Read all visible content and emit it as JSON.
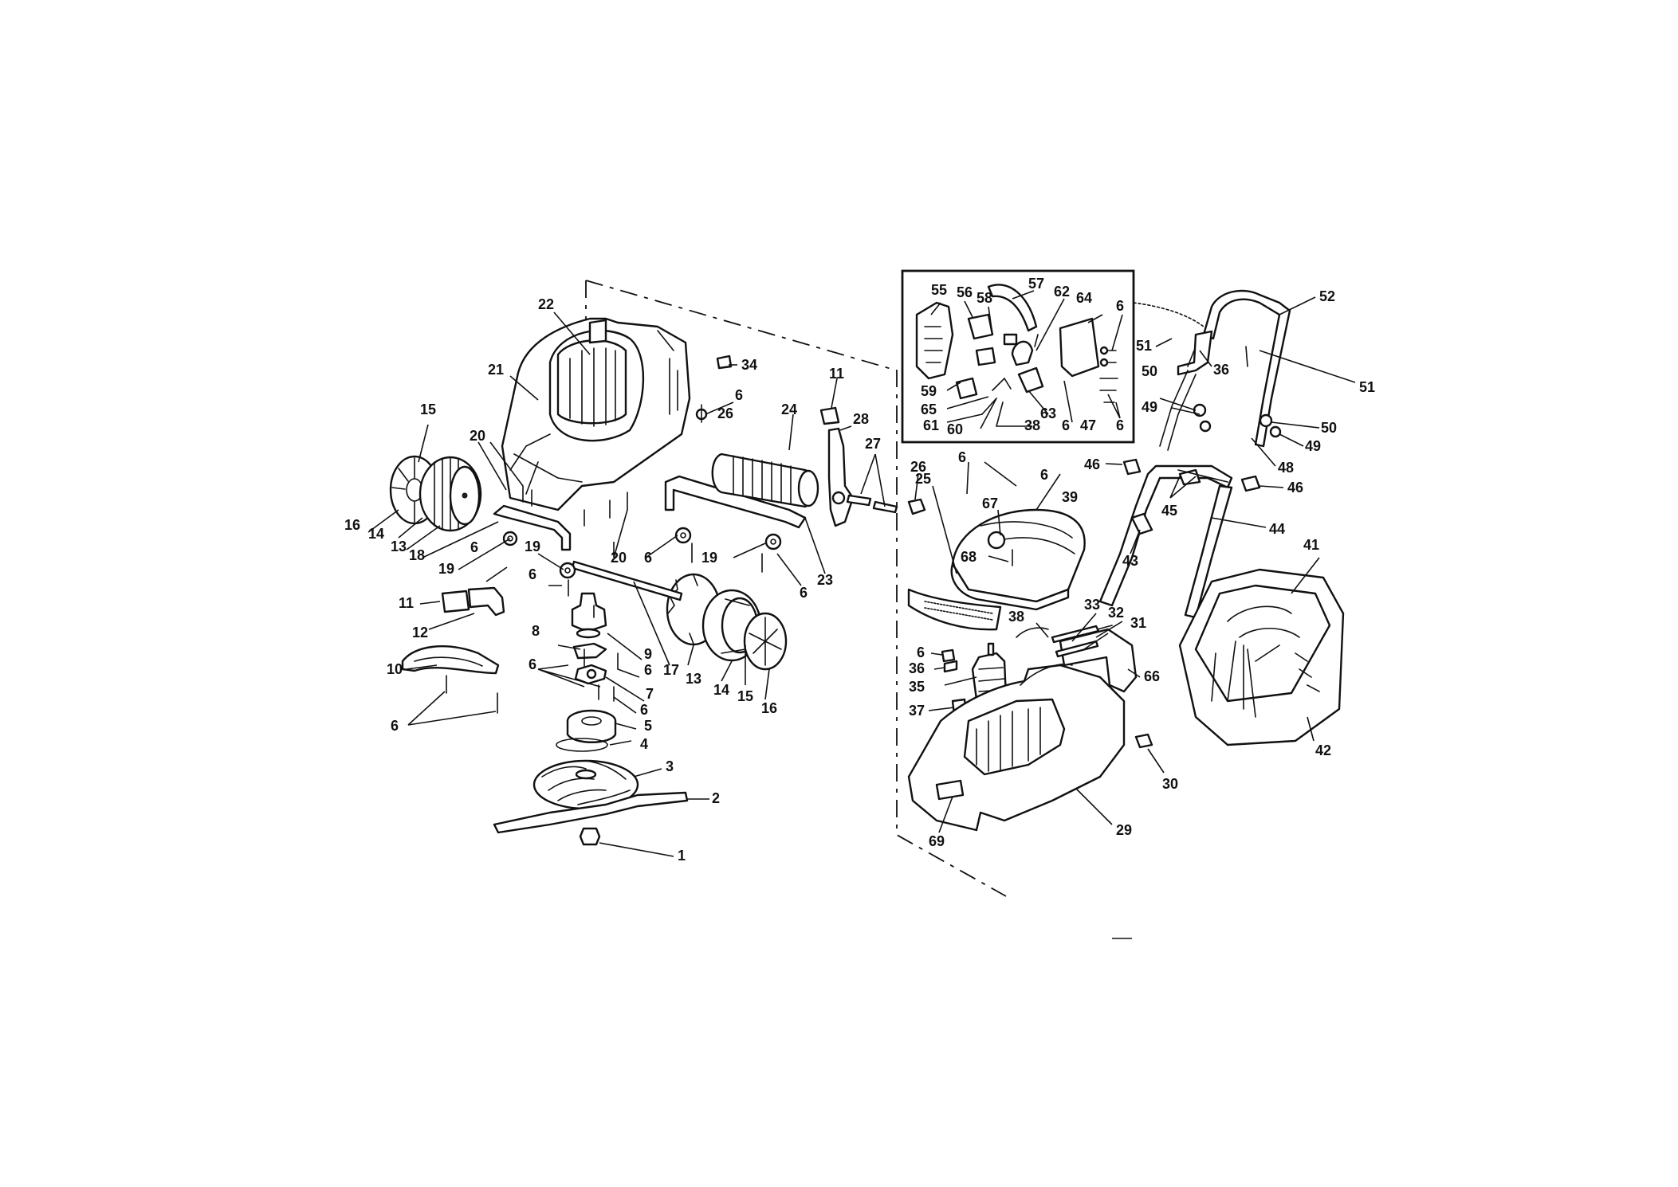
{
  "diagram": {
    "callouts": [
      {
        "id": "c22",
        "text": "22"
      },
      {
        "id": "c21",
        "text": "21"
      },
      {
        "id": "c15a",
        "text": "15"
      },
      {
        "id": "c20a",
        "text": "20"
      },
      {
        "id": "c16a",
        "text": "16"
      },
      {
        "id": "c14a",
        "text": "14"
      },
      {
        "id": "c13a",
        "text": "13"
      },
      {
        "id": "c18",
        "text": "18"
      },
      {
        "id": "c19a",
        "text": "19"
      },
      {
        "id": "c6a",
        "text": "6"
      },
      {
        "id": "c19b",
        "text": "19"
      },
      {
        "id": "c6b",
        "text": "6"
      },
      {
        "id": "c11a",
        "text": "11"
      },
      {
        "id": "c12",
        "text": "12"
      },
      {
        "id": "c10",
        "text": "10"
      },
      {
        "id": "c6c",
        "text": "6"
      },
      {
        "id": "c20b",
        "text": "20"
      },
      {
        "id": "c6d",
        "text": "6"
      },
      {
        "id": "c19c",
        "text": "19"
      },
      {
        "id": "c8",
        "text": "8"
      },
      {
        "id": "c9",
        "text": "9"
      },
      {
        "id": "c6e",
        "text": "6"
      },
      {
        "id": "c6f",
        "text": "6"
      },
      {
        "id": "c7",
        "text": "7"
      },
      {
        "id": "c6g",
        "text": "6"
      },
      {
        "id": "c5",
        "text": "5"
      },
      {
        "id": "c4",
        "text": "4"
      },
      {
        "id": "c3",
        "text": "3"
      },
      {
        "id": "c2",
        "text": "2"
      },
      {
        "id": "c1",
        "text": "1"
      },
      {
        "id": "c17",
        "text": "17"
      },
      {
        "id": "c13b",
        "text": "13"
      },
      {
        "id": "c14b",
        "text": "14"
      },
      {
        "id": "c15b",
        "text": "15"
      },
      {
        "id": "c16b",
        "text": "16"
      },
      {
        "id": "c34",
        "text": "34"
      },
      {
        "id": "c6h",
        "text": "6"
      },
      {
        "id": "c26a",
        "text": "26"
      },
      {
        "id": "c24",
        "text": "24"
      },
      {
        "id": "c11b",
        "text": "11"
      },
      {
        "id": "c28",
        "text": "28"
      },
      {
        "id": "c27",
        "text": "27"
      },
      {
        "id": "c23",
        "text": "23"
      },
      {
        "id": "c6i",
        "text": "6"
      },
      {
        "id": "c26b",
        "text": "26"
      },
      {
        "id": "c55",
        "text": "55"
      },
      {
        "id": "c56",
        "text": "56"
      },
      {
        "id": "c58",
        "text": "58"
      },
      {
        "id": "c57",
        "text": "57"
      },
      {
        "id": "c62",
        "text": "62"
      },
      {
        "id": "c64",
        "text": "64"
      },
      {
        "id": "c6j",
        "text": "6"
      },
      {
        "id": "c59",
        "text": "59"
      },
      {
        "id": "c65",
        "text": "65"
      },
      {
        "id": "c61",
        "text": "61"
      },
      {
        "id": "c60",
        "text": "60"
      },
      {
        "id": "c38a",
        "text": "38"
      },
      {
        "id": "c63",
        "text": "63"
      },
      {
        "id": "c6k",
        "text": "6"
      },
      {
        "id": "c47",
        "text": "47"
      },
      {
        "id": "c6l",
        "text": "6"
      },
      {
        "id": "c52",
        "text": "52"
      },
      {
        "id": "c51a",
        "text": "51"
      },
      {
        "id": "c36a",
        "text": "36"
      },
      {
        "id": "c51b",
        "text": "51"
      },
      {
        "id": "c50a",
        "text": "50"
      },
      {
        "id": "c49a",
        "text": "49"
      },
      {
        "id": "c50b",
        "text": "50"
      },
      {
        "id": "c49b",
        "text": "49"
      },
      {
        "id": "c48",
        "text": "48"
      },
      {
        "id": "c46a",
        "text": "46"
      },
      {
        "id": "c46b",
        "text": "46"
      },
      {
        "id": "c45",
        "text": "45"
      },
      {
        "id": "c44",
        "text": "44"
      },
      {
        "id": "c43",
        "text": "43"
      },
      {
        "id": "c6m",
        "text": "6"
      },
      {
        "id": "c6n",
        "text": "6"
      },
      {
        "id": "c39",
        "text": "39"
      },
      {
        "id": "c67",
        "text": "67"
      },
      {
        "id": "c25",
        "text": "25"
      },
      {
        "id": "c68",
        "text": "68"
      },
      {
        "id": "c41",
        "text": "41"
      },
      {
        "id": "c33",
        "text": "33"
      },
      {
        "id": "c32",
        "text": "32"
      },
      {
        "id": "c31",
        "text": "31"
      },
      {
        "id": "c38b",
        "text": "38"
      },
      {
        "id": "c66",
        "text": "66"
      },
      {
        "id": "c6o",
        "text": "6"
      },
      {
        "id": "c36b",
        "text": "36"
      },
      {
        "id": "c35",
        "text": "35"
      },
      {
        "id": "c37",
        "text": "37"
      },
      {
        "id": "c42",
        "text": "42"
      },
      {
        "id": "c30",
        "text": "30"
      },
      {
        "id": "c29",
        "text": "29"
      },
      {
        "id": "c69",
        "text": "69"
      }
    ]
  }
}
